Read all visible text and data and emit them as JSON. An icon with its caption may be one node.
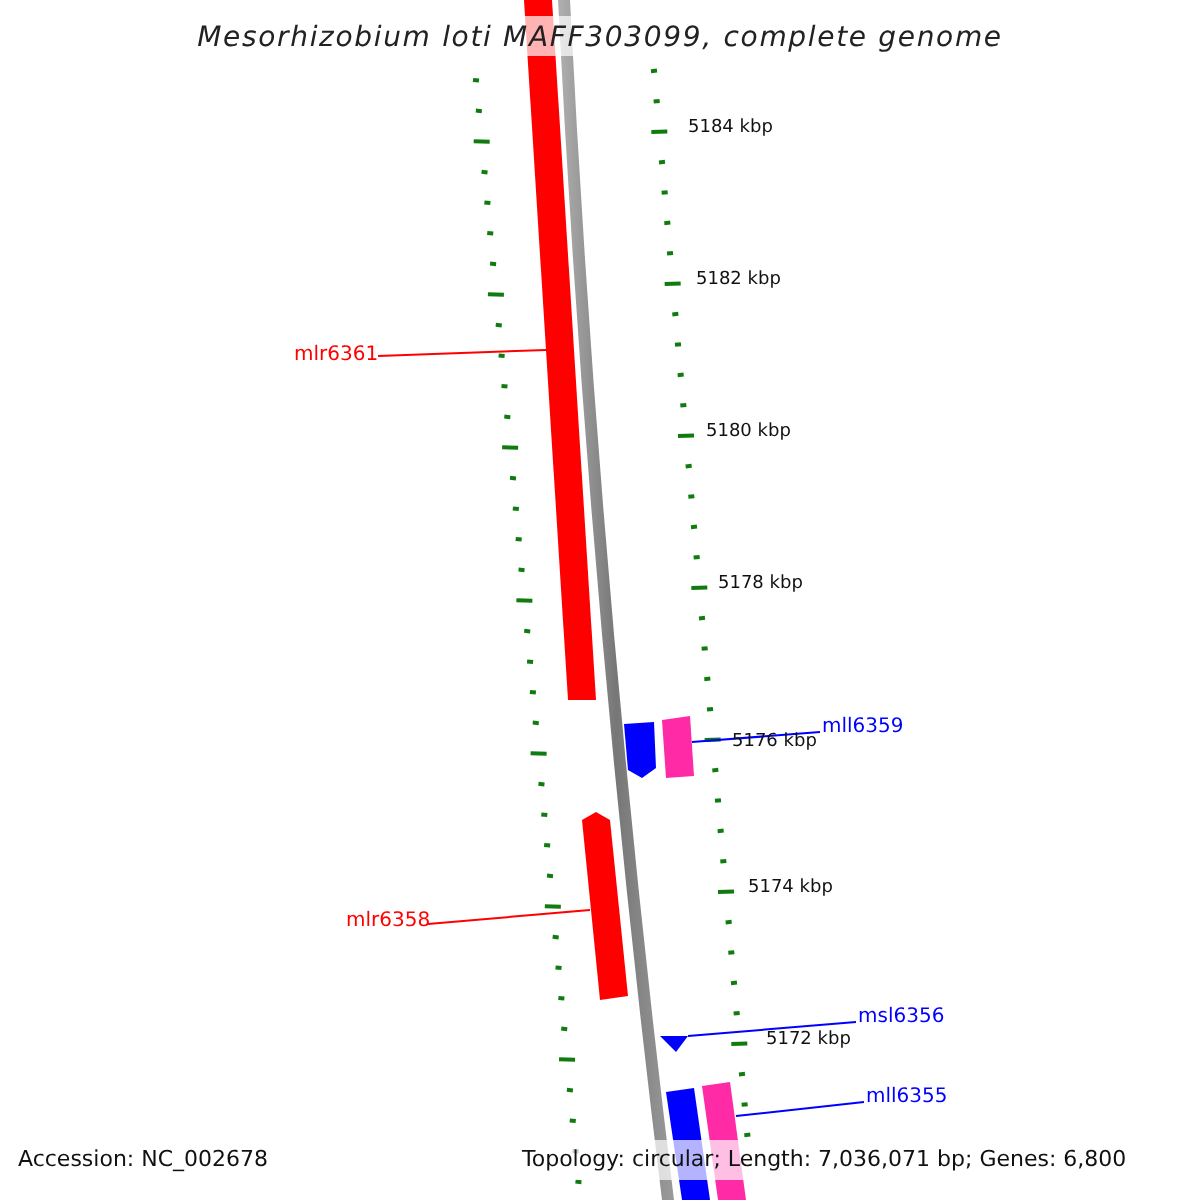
{
  "diagram": {
    "title": "Mesorhizobium loti MAFF303099, complete genome",
    "nodes": [
      {
        "text": [
          "mlr6361"
        ]
      },
      {
        "text": [],
        "shape": "bar"
      },
      {
        "text": [
          "mll6359"
        ]
      },
      {
        "text": [],
        "shape": "bar"
      },
      {
        "text": [
          "mlr6358"
        ]
      },
      {
        "text": [],
        "shape": "bar"
      },
      {
        "text": [
          "msl6356"
        ]
      },
      {
        "text": [],
        "shape": "bar"
      },
      {
        "text": [
          "mll6355"
        ]
      },
      {
        "text": [],
        "shape": "bar"
      }
    ],
    "edges": [
      {
        "from": 0,
        "to": 1,
        "arrow": "none",
        "color": "#ff0000"
      },
      {
        "from": 2,
        "to": 3,
        "arrow": "none",
        "color": "#0000ff"
      },
      {
        "from": 4,
        "to": 5,
        "arrow": "none",
        "color": "#ff0000"
      },
      {
        "from": 6,
        "to": 7,
        "arrow": "none",
        "color": "#0000ff"
      },
      {
        "from": 8,
        "to": 9,
        "arrow": "none",
        "color": "#0000ff"
      }
    ],
    "labels": [
      "5184 kbp",
      "5182 kbp",
      "5180 kbp",
      "5178 kbp",
      "5176 kbp",
      "5174 kbp",
      "5172 kbp",
      "Accession: NC_002678",
      "Topology: circular; Length: 7,036,071 bp; Genes: 6,800"
    ]
  }
}
